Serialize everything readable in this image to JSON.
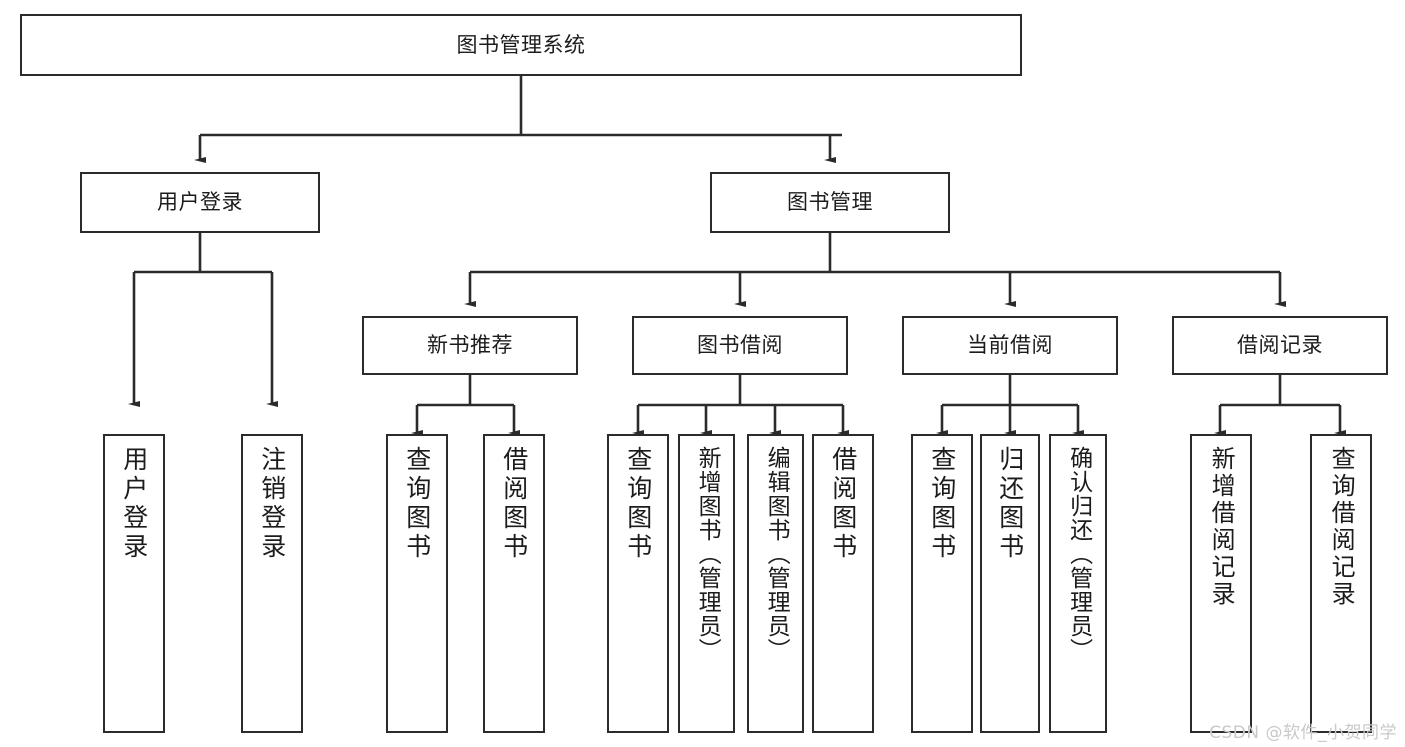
{
  "diagram": {
    "title": "图书管理系统",
    "watermark": "CSDN @软件_小贺同学",
    "colors": {
      "stroke": "#2b2b2b",
      "fill": "#ffffff",
      "text": "#1c1c1c",
      "watermark": "#c9c9c9"
    },
    "nodes": {
      "root": {
        "label": "图书管理系统"
      },
      "level2": [
        {
          "id": "user-login",
          "label": "用户登录"
        },
        {
          "id": "book-management",
          "label": "图书管理"
        }
      ],
      "level3": [
        {
          "id": "new-book-recommend",
          "label": "新书推荐"
        },
        {
          "id": "book-borrow",
          "label": "图书借阅"
        },
        {
          "id": "current-borrow",
          "label": "当前借阅"
        },
        {
          "id": "borrow-record",
          "label": "借阅记录"
        }
      ],
      "leaves": {
        "user-login": [
          {
            "id": "leaf-user-login",
            "label": "用户登录"
          },
          {
            "id": "leaf-logout",
            "label": "注销登录"
          }
        ],
        "new-book-recommend": [
          {
            "id": "leaf-query-book-1",
            "label": "查询图书"
          },
          {
            "id": "leaf-borrow-book-1",
            "label": "借阅图书"
          }
        ],
        "book-borrow": [
          {
            "id": "leaf-query-book-2",
            "label": "查询图书"
          },
          {
            "id": "leaf-add-book",
            "label": "新增图书（管理员）"
          },
          {
            "id": "leaf-edit-book",
            "label": "编辑图书（管理员）"
          },
          {
            "id": "leaf-borrow-book-2",
            "label": "借阅图书"
          }
        ],
        "current-borrow": [
          {
            "id": "leaf-query-book-3",
            "label": "查询图书"
          },
          {
            "id": "leaf-return-book",
            "label": "归还图书"
          },
          {
            "id": "leaf-confirm-return",
            "label": "确认归还（管理员）"
          }
        ],
        "borrow-record": [
          {
            "id": "leaf-add-record",
            "label": "新增借阅记录"
          },
          {
            "id": "leaf-query-record",
            "label": "查询借阅记录"
          }
        ]
      }
    }
  }
}
